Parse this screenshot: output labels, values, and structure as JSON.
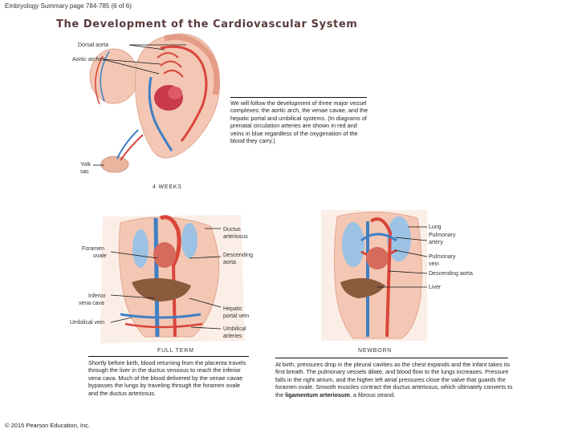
{
  "header": "Embryology Summary page 784-785 (6 of 6)",
  "title": "The Development of the Cardiovascular System",
  "embryo": {
    "labels": {
      "dorsal_aorta": "Dorsal aorta",
      "aortic_arches": "Aortic arches",
      "yolk_sac_1": "Yolk",
      "yolk_sac_2": "sac"
    },
    "caption": "4 WEEKS",
    "intro_text": "We will follow the development of three major vessel complexes: the aortic arch, the venae cavae, and the hepatic portal and umbilical systems. (In diagrams of prenatal circulation arteries are shown in red and veins in blue regardless of the oxygenation of the blood they carry.)"
  },
  "full_term": {
    "caption": "FULL TERM",
    "labels": {
      "ductus_1": "Ductus",
      "ductus_2": "arteriosus",
      "foramen_1": "Foramen",
      "foramen_2": "ovale",
      "desc_aorta_1": "Descending",
      "desc_aorta_2": "aorta",
      "ivc_1": "Inferior",
      "ivc_2": "vena cava",
      "umb_vein": "Umbilical vein",
      "hep_portal_1": "Hepatic",
      "hep_portal_2": "portal vein",
      "umb_art_1": "Umbilical",
      "umb_art_2": "arteries"
    },
    "text": "Shortly before birth, blood returning from the placenta travels through the liver in the ductus venosus to reach the inferior vena cava. Much of the blood delivered by the venae cavae bypasses the lungs by traveling through the foramen ovale and the ductus arteriosus."
  },
  "newborn": {
    "caption": "NEWBORN",
    "labels": {
      "lung": "Lung",
      "pulm_artery_1": "Pulmonary",
      "pulm_artery_2": "artery",
      "pulm_vein_1": "Pulmonary",
      "pulm_vein_2": "vein",
      "desc_aorta": "Descending aorta",
      "liver": "Liver"
    },
    "text_before": "At birth, pressures drop in the pleural cavities as the chest expands and the infant takes its first breath. The pulmonary vessels dilate, and blood flow to the lungs increases. Pressure falls in the right atrium, and the higher left atrial pressures close the valve that guards the foramen ovale. Smooth muscles contract the ductus arteriosus, which ultimately converts to the ",
    "text_bold": "ligamentum arteriosum",
    "text_after": ", a fibrous strand."
  },
  "copyright": "© 2015 Pearson Education, Inc.",
  "colors": {
    "artery": "#d9453a",
    "vein": "#3f7fc4",
    "tissue": "#f3c7b4",
    "tissue_dark": "#e49c86",
    "liver": "#8a5a3c",
    "lung": "#9cc2e4"
  }
}
